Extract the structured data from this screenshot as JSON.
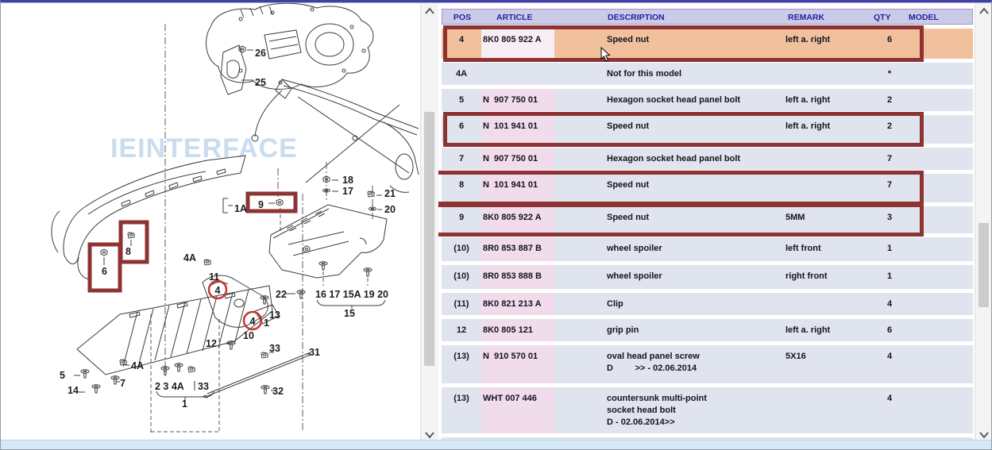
{
  "watermark": "IEINTERFACE",
  "table": {
    "headers": {
      "pos": "POS",
      "article": "ARTICLE",
      "description": "DESCRIPTION",
      "remark": "REMARK",
      "qty": "QTY",
      "model": "MODEL"
    },
    "rows": [
      {
        "pos": "4",
        "article": "8K0 805 922 A",
        "description": "Speed nut",
        "remark": "left a. right",
        "qty": "6",
        "model": "",
        "highlight": true,
        "boxed": true,
        "h": 38
      },
      {
        "pos": "4A",
        "article": "",
        "description": "Not for this model",
        "remark": "",
        "qty": "*",
        "model": "",
        "h": 28
      },
      {
        "pos": "5",
        "article": "N  907 750 01",
        "description": "Hexagon socket head panel bolt",
        "remark": "left a. right",
        "qty": "2",
        "model": "",
        "h": 28
      },
      {
        "pos": "6",
        "article": "N  101 941 01",
        "description": "Speed nut",
        "remark": "left a. right",
        "qty": "2",
        "model": "",
        "boxed": true,
        "h": 36
      },
      {
        "pos": "7",
        "article": "N  907 750 01",
        "description": "Hexagon socket head panel bolt",
        "remark": "",
        "qty": "7",
        "model": "",
        "h": 28
      },
      {
        "pos": "8",
        "article": "N  101 941 01",
        "description": "Speed nut",
        "remark": "",
        "qty": "7",
        "model": "",
        "boxed": true,
        "wide": true,
        "h": 36
      },
      {
        "pos": "9",
        "article": "8K0 805 922 A",
        "description": "Speed nut",
        "remark": "5MM",
        "qty": "3",
        "model": "",
        "boxed": true,
        "wide": true,
        "h": 34
      },
      {
        "pos": "(10)",
        "article": "8R0 853 887 B",
        "description": "wheel spoiler",
        "remark": "left front",
        "qty": "1",
        "model": "",
        "h": 30
      },
      {
        "pos": "(10)",
        "article": "8R0 853 888 B",
        "description": "wheel spoiler",
        "remark": "right front",
        "qty": "1",
        "model": "",
        "h": 30
      },
      {
        "pos": "(11)",
        "article": "8K0 821 213 A",
        "description": "Clip",
        "remark": "",
        "qty": "4",
        "model": "",
        "h": 28
      },
      {
        "pos": "12",
        "article": "8K0 805 121",
        "description": "grip pin",
        "remark": "left a. right",
        "qty": "6",
        "model": "",
        "h": 28
      },
      {
        "pos": "(13)",
        "article": "N  910 570 01",
        "description": "oval head panel screw\nD         >> - 02.06.2014",
        "remark": "5X16",
        "qty": "4",
        "model": "",
        "h": 48
      },
      {
        "pos": "(13)",
        "article": "WHT 007 446",
        "description": "countersunk multi-point\nsocket head bolt\nD - 02.06.2014>>",
        "remark": "",
        "qty": "4",
        "model": "",
        "h": 58
      },
      {
        "pos": "..",
        "article": "",
        "description": ".. .  ..  . .",
        "remark": "",
        "qty": ".",
        "model": "",
        "partial": true,
        "h": 12
      }
    ]
  },
  "diagram": {
    "labels": [
      "26",
      "25",
      "18",
      "17",
      "21",
      "20",
      "1A",
      "9",
      "8",
      "6",
      "4A",
      "11",
      "4",
      "22",
      "16 17 15A 19 20",
      "15",
      "13",
      "4",
      "1",
      "10",
      "12",
      "33",
      "31",
      "32",
      "2 3 4A",
      "33",
      "1",
      "5",
      "14",
      "7",
      "4A"
    ]
  }
}
